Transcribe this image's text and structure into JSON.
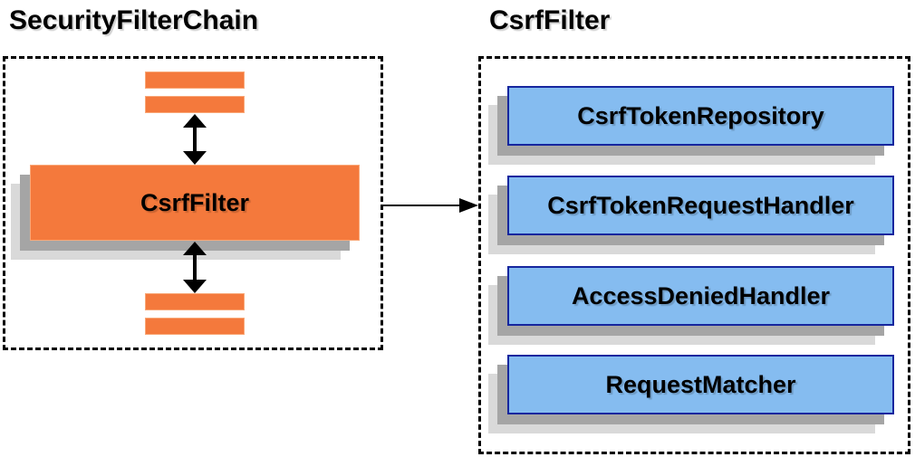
{
  "left_panel": {
    "title": "SecurityFilterChain",
    "filter_box_label": "CsrfFilter"
  },
  "right_panel": {
    "title": "CsrfFilter",
    "components": [
      {
        "label": "CsrfTokenRepository"
      },
      {
        "label": "CsrfTokenRequestHandler"
      },
      {
        "label": "AccessDeniedHandler"
      },
      {
        "label": "RequestMatcher"
      }
    ]
  },
  "colors": {
    "orange_fill": "#F4793C",
    "orange_border": "#F9A878",
    "blue_fill": "#85BCF0",
    "blue_border": "#16269E",
    "shadow_dark": "#A5A5A5",
    "shadow_light": "#D9D9D9",
    "line": "#000000",
    "text": "#000000"
  }
}
